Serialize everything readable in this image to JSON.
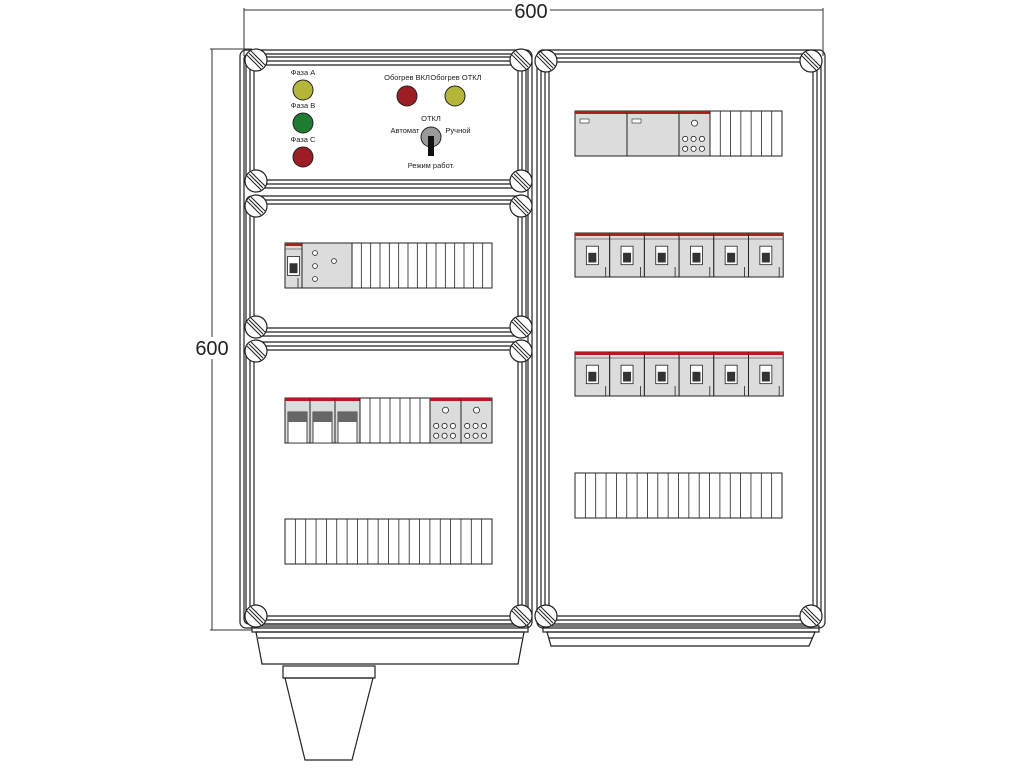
{
  "dimensions": {
    "width_label": "600",
    "height_label": "600"
  },
  "indicators": {
    "phase_a": {
      "label": "Фаза А",
      "color": "#b5b53a"
    },
    "phase_b": {
      "label": "Фаза В",
      "color": "#1f7a32"
    },
    "phase_c": {
      "label": "Фаза С",
      "color": "#9c1e24"
    },
    "heat_on": {
      "label": "Обогрев ВКЛ",
      "color": "#9c1e24"
    },
    "heat_off": {
      "label": "Обогрев ОТКЛ",
      "color": "#b5b53a"
    }
  },
  "mode_switch": {
    "label_off": "ОТКЛ",
    "label_auto": "Автомат",
    "label_manual": "Ручной",
    "caption": "Режим работ."
  },
  "colors": {
    "line": "#222222",
    "module_fill": "#dcdcdc",
    "module_red": "#b31d22",
    "terminal_fill": "#ffffff"
  }
}
